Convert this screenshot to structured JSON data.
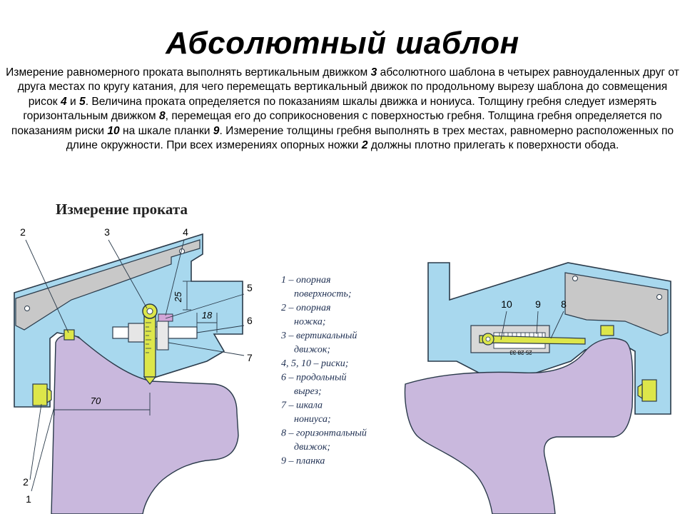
{
  "title": "Абсолютный шаблон",
  "description": [
    {
      "t": "Измерение равномерного проката выполнять вертикальным движком "
    },
    {
      "t": "3",
      "b": true
    },
    {
      "t": " абсолютного шаблона в четырех равноудаленных друг от друга местах по кругу катания, для чего перемещать вертикальный движок по продольному вырезу шаблона до совмещения рисок "
    },
    {
      "t": "4",
      "b": true
    },
    {
      "t": " и "
    },
    {
      "t": "5",
      "b": true
    },
    {
      "t": ". Величина проката определяется по показаниям шкалы движка и нониуса. Толщину гребня следует измерять горизонтальным движком "
    },
    {
      "t": "8",
      "b": true
    },
    {
      "t": ", перемещая его до соприкосновения с поверхностью гребня. Толщина гребня определяется по показаниям риски "
    },
    {
      "t": "10",
      "b": true
    },
    {
      "t": " на шкале планки "
    },
    {
      "t": "9",
      "b": true
    },
    {
      "t": ". Измерение толщины гребня выполнять в трех местах, равномерно расположенных по длине окружности. При всех измерениях опорных ножки "
    },
    {
      "t": "2",
      "b": true
    },
    {
      "t": " должны плотно прилегать к поверхности обода."
    }
  ],
  "diagram": {
    "subtitle": "Измерение проката",
    "left_callouts": {
      "n2_top": "2",
      "n3": "3",
      "n4": "4",
      "n5": "5",
      "n6": "6",
      "n7": "7",
      "n2_bottom": "2",
      "n1": "1",
      "dim_25": "25",
      "dim_18": "18",
      "dim_70": "70"
    },
    "right_callouts": {
      "n10": "10",
      "n9": "9",
      "n8": "8"
    },
    "scale_marks": "25 28 33",
    "legend": [
      [
        "1 – опорная",
        "поверхность;"
      ],
      [
        "2 – опорная",
        "ножка;"
      ],
      [
        "3 – вертикальный",
        "движок;"
      ],
      [
        "4, 5, 10 – риски;"
      ],
      [
        "6 – продольный",
        "вырез;"
      ],
      [
        "7 – шкала",
        "нониуса;"
      ],
      [
        "8 – горизонтальный",
        "движок;"
      ],
      [
        "9 – планка"
      ]
    ],
    "colors": {
      "template_fill": "#a8d8ee",
      "wheel_fill": "#c9b8dd",
      "slider_fill": "#dde64a",
      "guide_fill": "#c8c8c8",
      "outline": "#2a3a4a"
    }
  }
}
